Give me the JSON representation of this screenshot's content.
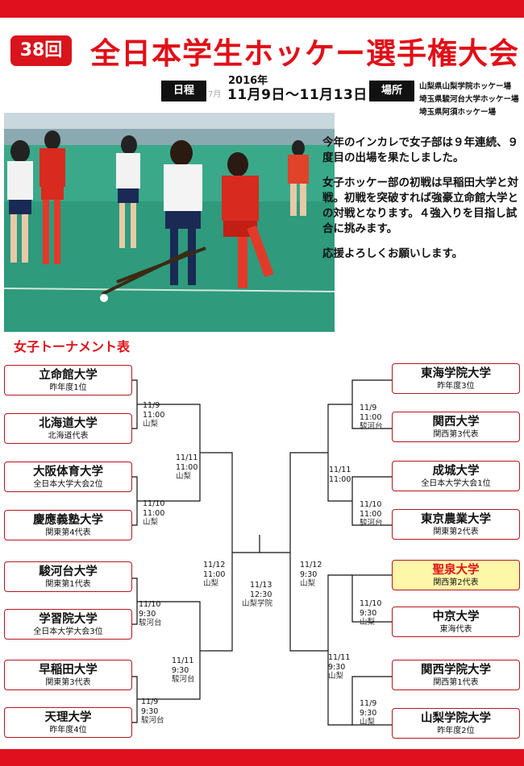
{
  "header": {
    "edition": "38回",
    "title": "全日本学生ホッケー選手権大会",
    "date_label": "日程",
    "year": "2016年",
    "faint_text": "7月",
    "dates": "11月9日～11月13日",
    "venue_label": "場所",
    "venues": [
      "山梨県山梨学院ホッケー場",
      "埼玉県駿河台大学ホッケー場",
      "埼玉県阿須ホッケー場"
    ]
  },
  "intro": {
    "paragraphs": [
      "今年のインカレで女子部は９年連続、９度目の出場を果たしました。",
      "女子ホッケー部の初戦は早稲田大学と対戦。初戦を突破すれば強豪立命館大学との対戦となります。４強入りを目指し試合に挑みます。",
      "応援よろしくお願いします。"
    ]
  },
  "bracket": {
    "title": "女子トーナメント表",
    "left_teams": [
      {
        "name": "立命館大学",
        "note": "昨年度1位"
      },
      {
        "name": "北海道大学",
        "note": "北海道代表"
      },
      {
        "name": "大阪体育大学",
        "note": "全日本大学大会2位"
      },
      {
        "name": "慶應義塾大学",
        "note": "関東第4代表"
      },
      {
        "name": "駿河台大学",
        "note": "関東第1代表"
      },
      {
        "name": "学習院大学",
        "note": "全日本大学大会3位"
      },
      {
        "name": "早稲田大学",
        "note": "関東第3代表"
      },
      {
        "name": "天理大学",
        "note": "昨年度4位"
      }
    ],
    "right_teams": [
      {
        "name": "東海学院大学",
        "note": "昨年度3位"
      },
      {
        "name": "関西大学",
        "note": "関西第3代表"
      },
      {
        "name": "成城大学",
        "note": "全日本大学大会1位"
      },
      {
        "name": "東京農業大学",
        "note": "関東第2代表"
      },
      {
        "name": "聖泉大学",
        "note": "関西第2代表"
      },
      {
        "name": "中京大学",
        "note": "東海代表"
      },
      {
        "name": "関西学院大学",
        "note": "関西第1代表"
      },
      {
        "name": "山梨学院大学",
        "note": "昨年度2位"
      }
    ],
    "matches": {
      "l1": {
        "date": "11/9",
        "time": "11:00",
        "venue": "山梨"
      },
      "l2": {
        "date": "11/10",
        "time": "11:00",
        "venue": "山梨"
      },
      "l3": {
        "date": "11/10",
        "time": "9:30",
        "venue": "駿河台"
      },
      "l4": {
        "date": "11/9",
        "time": "9:30",
        "venue": "駿河台"
      },
      "l5": {
        "date": "11/11",
        "time": "11:00",
        "venue": "山梨"
      },
      "l6": {
        "date": "11/11",
        "time": "9:30",
        "venue": "駿河台"
      },
      "l7": {
        "date": "11/12",
        "time": "11:00",
        "venue": "山梨"
      },
      "final": {
        "date": "11/13",
        "time": "12:30",
        "venue": "山梨学院"
      },
      "r7": {
        "date": "11/12",
        "time": "9:30",
        "venue": "山梨"
      },
      "r5": {
        "date": "11/11",
        "time": "11:00",
        "venue": ""
      },
      "r6": {
        "date": "11/11",
        "time": "9:30",
        "venue": "山梨"
      },
      "r1": {
        "date": "11/9",
        "time": "11:00",
        "venue": "駿河台"
      },
      "r2": {
        "date": "11/10",
        "time": "11:00",
        "venue": "駿河台"
      },
      "r3": {
        "date": "11/10",
        "time": "9:30",
        "venue": "山梨"
      },
      "r4": {
        "date": "11/9",
        "time": "9:30",
        "venue": "山梨"
      }
    }
  }
}
